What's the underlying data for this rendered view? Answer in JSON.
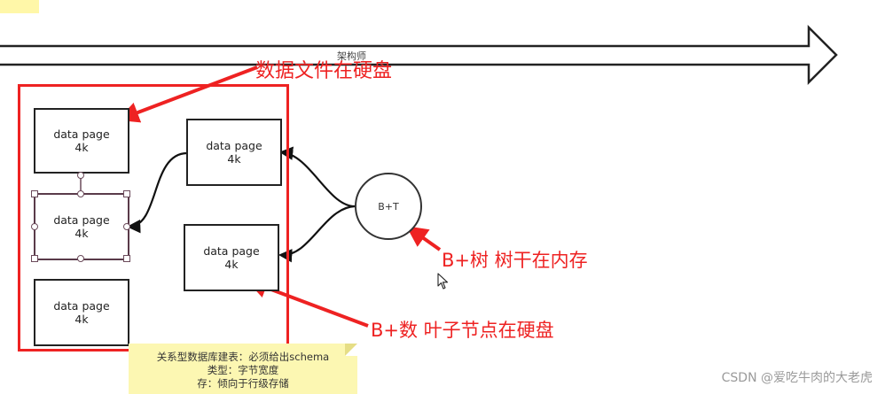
{
  "diagram": {
    "arch_label": "架构师",
    "box_label": "data page",
    "box_size": "4k",
    "btree_node": "B+T",
    "annotations": {
      "disk_files": "数据文件在硬盘",
      "btree_memory": "B+树 树干在内存",
      "leaf_disk": "B+数 叶子节点在硬盘"
    },
    "sticky_note": {
      "line1": "关系型数据库建表：必须给出schema",
      "line2": "类型：字节宽度",
      "line3": "存：倾向于行级存储"
    },
    "watermark": "CSDN @爱吃牛肉的大老虎"
  },
  "colors": {
    "annotation_red": "#ee2222",
    "sticky_yellow": "#fcf7b2",
    "stroke": "#222222"
  }
}
